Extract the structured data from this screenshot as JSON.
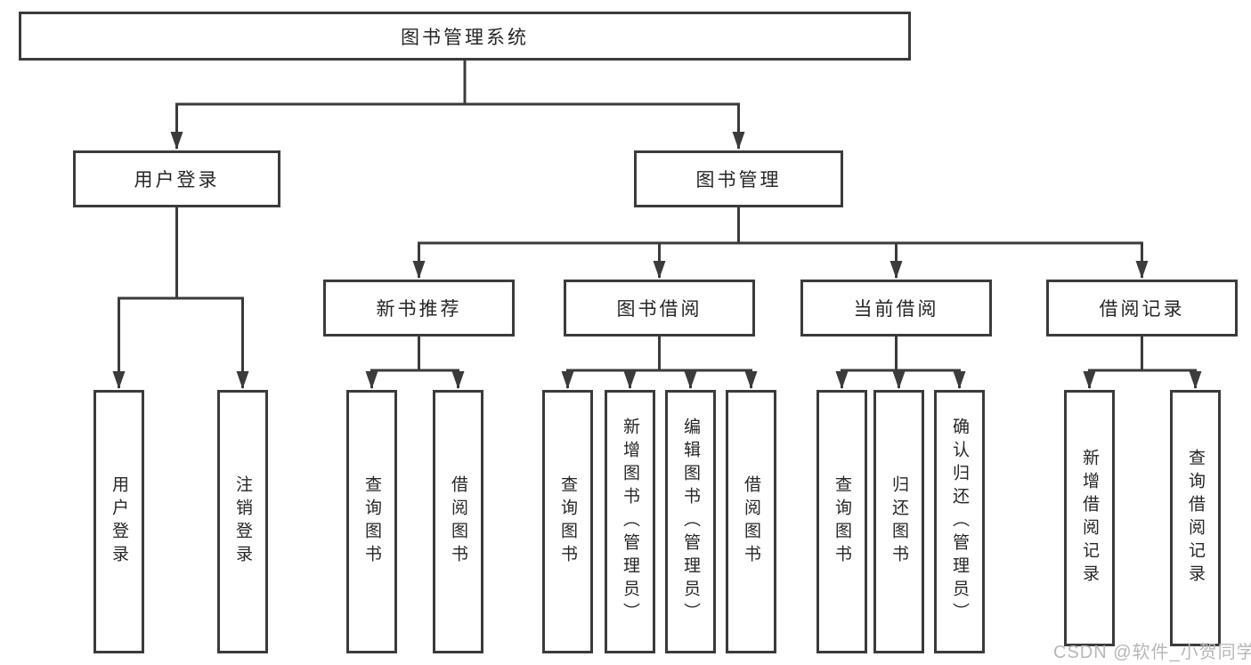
{
  "tree": {
    "label": "图书管理系统",
    "children": [
      {
        "label": "用户登录",
        "children": [
          {
            "label": "用户登录"
          },
          {
            "label": "注销登录"
          }
        ]
      },
      {
        "label": "图书管理",
        "children": [
          {
            "label": "新书推荐",
            "children": [
              {
                "label": "查询图书"
              },
              {
                "label": "借阅图书"
              }
            ]
          },
          {
            "label": "图书借阅",
            "children": [
              {
                "label": "查询图书"
              },
              {
                "label": "新增图书（管理员）"
              },
              {
                "label": "编辑图书（管理员）"
              },
              {
                "label": "借阅图书"
              }
            ]
          },
          {
            "label": "当前借阅",
            "children": [
              {
                "label": "查询图书"
              },
              {
                "label": "归还图书"
              },
              {
                "label": "确认归还（管理员）"
              }
            ]
          },
          {
            "label": "借阅记录",
            "children": [
              {
                "label": "新增借阅记录"
              },
              {
                "label": "查询借阅记录"
              }
            ]
          }
        ]
      }
    ]
  },
  "watermark": {
    "text": "CSDN @软件_小贺同学"
  },
  "colors": {
    "line": "#3b3b3b",
    "text": "#262626",
    "watermark": "#b7b7b7",
    "background": "#ffffff"
  }
}
